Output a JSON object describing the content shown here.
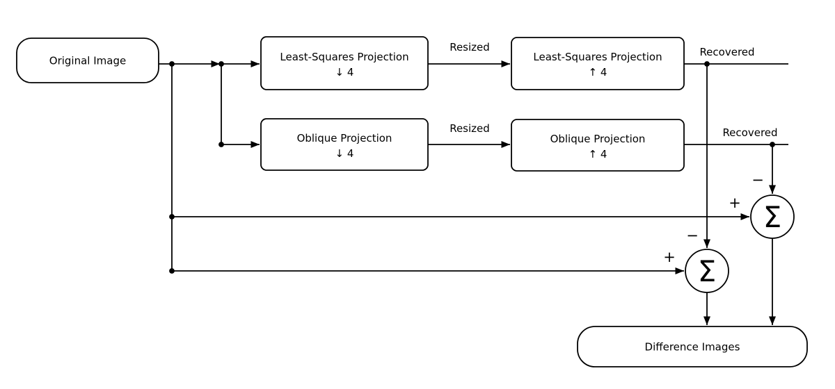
{
  "diagram": {
    "title": "projection-difference-flow",
    "colors": {
      "stroke": "#000000",
      "background": "#ffffff",
      "text": "#000000"
    },
    "nodes": {
      "original_image": {
        "label": "Original Image"
      },
      "ls_down": {
        "line1": "Least-Squares Projection",
        "line2": "↓ 4"
      },
      "ls_up": {
        "line1": "Least-Squares Projection",
        "line2": "↑ 4"
      },
      "oblique_down": {
        "line1": "Oblique Projection",
        "line2": "↓ 4"
      },
      "oblique_up": {
        "line1": "Oblique Projection",
        "line2": "↑ 4"
      },
      "sum_upper": {
        "symbol": "Σ"
      },
      "sum_lower": {
        "symbol": "Σ"
      },
      "difference_images": {
        "label": "Difference Images"
      }
    },
    "edge_labels": {
      "resized_top": "Resized",
      "resized_bottom": "Resized",
      "recovered_top": "Recovered",
      "recovered_bottom": "Recovered",
      "plus_upper": "+",
      "minus_upper": "−",
      "plus_lower": "+",
      "minus_lower": "−"
    }
  }
}
